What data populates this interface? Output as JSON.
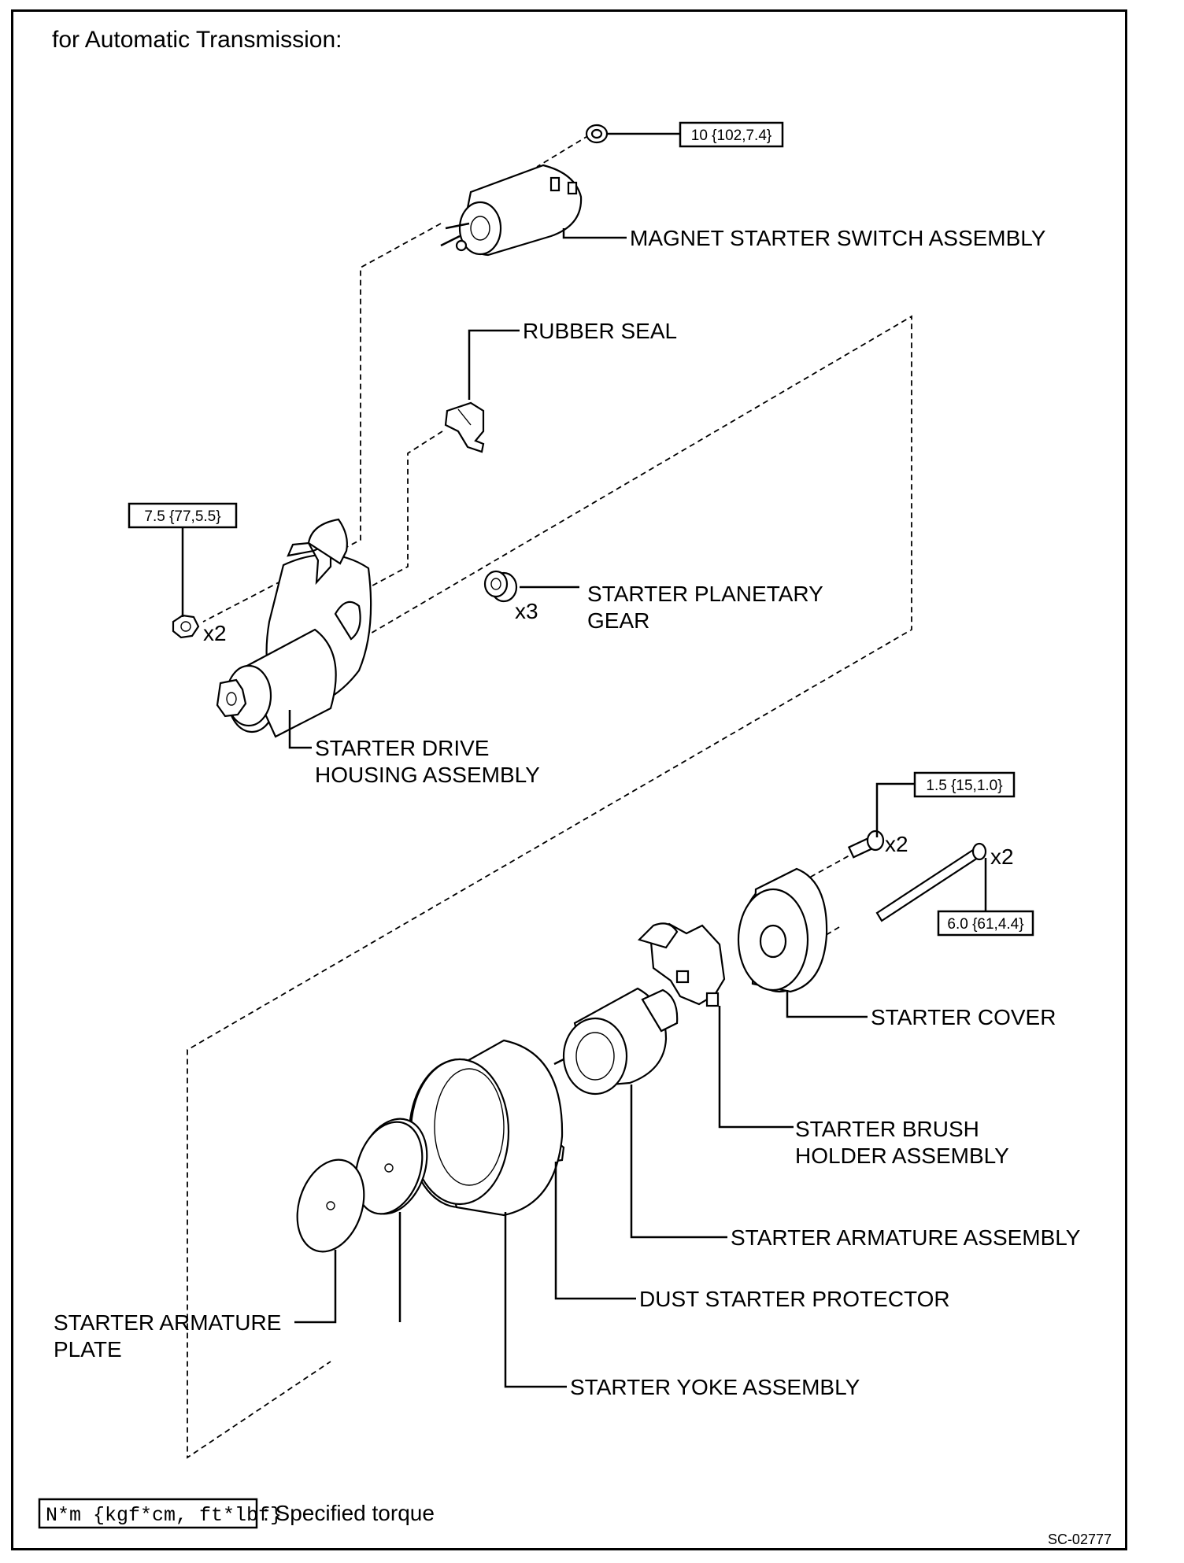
{
  "title": "for Automatic Transmission:",
  "legend": {
    "unit_box": "N*m {kgf*cm, ft*lbf}",
    "unit_text": ": Specified torque"
  },
  "reference_code": "SC-02777",
  "torques": {
    "switch_nut": "10 {102,7.4}",
    "housing_nut": "7.5 {77,5.5}",
    "cover_screw": "1.5 {15,1.0}",
    "through_bolt": "6.0 {61,4.4}"
  },
  "quantities": {
    "housing_nut": "x2",
    "planetary_gear": "x3",
    "cover_screw": "x2",
    "through_bolt": "x2"
  },
  "labels": {
    "magnet_switch": "MAGNET STARTER SWITCH ASSEMBLY",
    "rubber_seal": "RUBBER SEAL",
    "planetary_gear_1": "STARTER PLANETARY",
    "planetary_gear_2": "GEAR",
    "drive_housing_1": "STARTER DRIVE",
    "drive_housing_2": "HOUSING ASSEMBLY",
    "starter_cover": "STARTER COVER",
    "brush_holder_1": "STARTER BRUSH",
    "brush_holder_2": "HOLDER ASSEMBLY",
    "armature_assembly": "STARTER ARMATURE ASSEMBLY",
    "dust_protector": "DUST STARTER PROTECTOR",
    "armature_plate_1": "STARTER ARMATURE",
    "armature_plate_2": "PLATE",
    "yoke_assembly": "STARTER YOKE ASSEMBLY"
  }
}
